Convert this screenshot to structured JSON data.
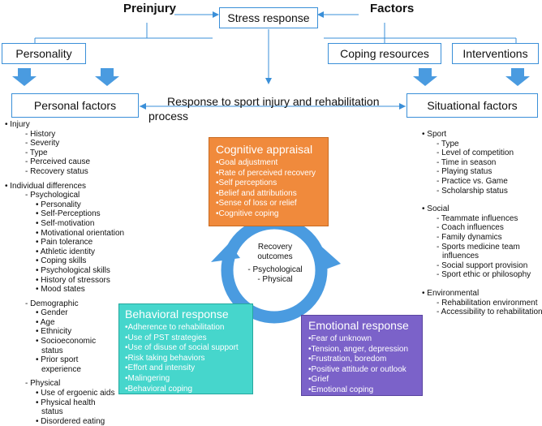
{
  "top": {
    "preinjury": "Preinjury",
    "factors": "Factors",
    "stress_response": "Stress response",
    "personality": "Personality",
    "coping_resources": "Coping resources",
    "interventions": "Interventions",
    "personal_factors": "Personal factors",
    "situational_factors": "Situational factors",
    "response_line1": "Response to sport injury and rehabilitation",
    "response_line2": "process"
  },
  "personal_list": [
    "• Injury",
    "- History",
    "- Severity",
    "- Type",
    "- Perceived cause",
    "- Recovery status",
    "",
    "• Individual differences",
    "- Psychological",
    "• Personality",
    "• Self-Perceptions",
    "• Self-motivation",
    "• Motivational orientation",
    "• Pain tolerance",
    "• Athletic identity",
    "• Coping skills",
    "• Psychological skills",
    "• History of stressors",
    "• Mood states",
    "",
    "- Demographic",
    "• Gender",
    "• Age",
    "• Ethnicity",
    "• Socioeconomic",
    "status",
    "• Prior sport",
    "experience",
    "",
    "- Physical",
    "• Use of ergoenic aids",
    "• Physical health",
    "status",
    "• Disordered eating"
  ],
  "situational_list": [
    "• Sport",
    "- Type",
    "- Level of competition",
    "- Time in season",
    "- Playing status",
    "- Practice vs. Game",
    "- Scholarship status",
    "",
    "• Social",
    "- Teammate influences",
    "- Coach influences",
    "- Family dynamics",
    "- Sports medicine team",
    "influences",
    "- Social support provision",
    "- Sport ethic or philosophy",
    "",
    "• Environmental",
    "- Rehabilitation environment",
    "- Accessibility to rehabilitation"
  ],
  "cognitive": {
    "title": "Cognitive appraisal",
    "color": "#f08a3c",
    "items": [
      "Goal adjustment",
      "Rate of perceived recovery",
      "Self perceptions",
      "Belief and attributions",
      "Sense of loss or relief",
      "Cognitive coping"
    ]
  },
  "behavioral": {
    "title": "Behavioral response",
    "color": "#46d6cc",
    "items": [
      "Adherence to rehabilitation",
      "Use of PST strategies",
      "Use of disuse of social support",
      "Risk taking behaviors",
      "Effort and intensity",
      "Malingering",
      "Behavioral coping"
    ]
  },
  "emotional": {
    "title": "Emotional response",
    "color": "#7b62c9",
    "items": [
      "Fear of unknown",
      "Tension, anger, depression",
      "Frustration, boredom",
      "Positive attitude or outlook",
      "Grief",
      "Emotional coping"
    ]
  },
  "center": {
    "line1": "Recovery",
    "line2": "outcomes",
    "line3": "- Psychological",
    "line4": "- Physical"
  },
  "colors": {
    "line": "#3a8fd8",
    "arrow": "#4a9be0"
  }
}
